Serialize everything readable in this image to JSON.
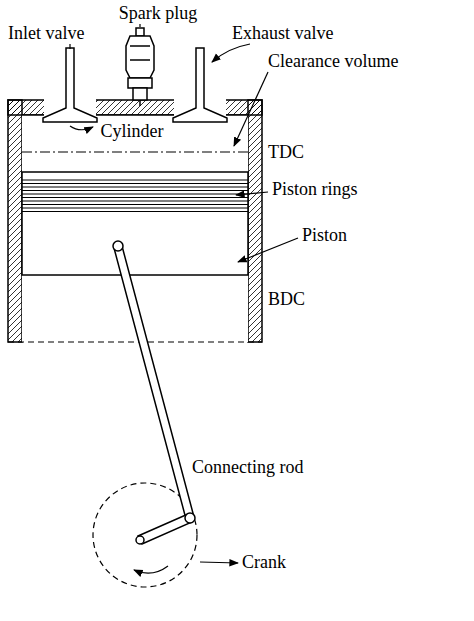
{
  "diagram": {
    "labels": [
      "Inlet valve",
      "Spark plug",
      "Exhaust valve",
      "Clearance volume",
      "Cylinder",
      "TDC",
      "Piston rings",
      "Piston",
      "BDC",
      "Connecting rod",
      "Crank"
    ]
  }
}
